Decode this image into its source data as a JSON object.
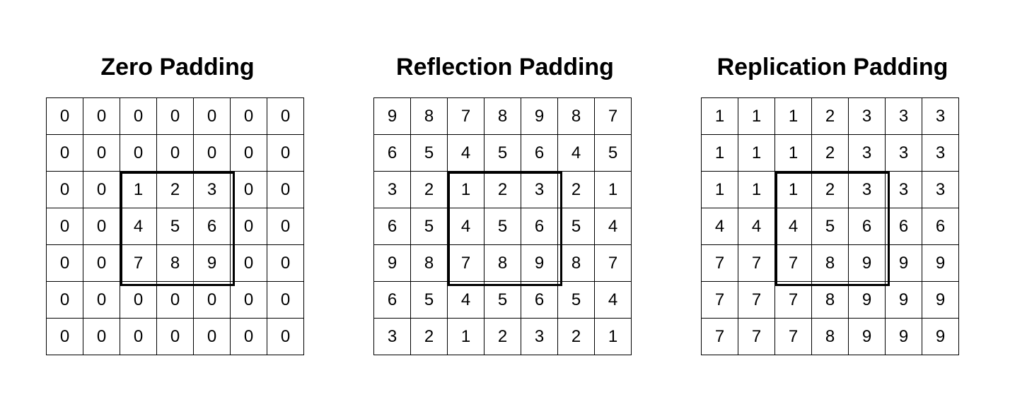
{
  "panels": [
    {
      "title": "Zero Padding",
      "grid": [
        [
          "0",
          "0",
          "0",
          "0",
          "0",
          "0",
          "0"
        ],
        [
          "0",
          "0",
          "0",
          "0",
          "0",
          "0",
          "0"
        ],
        [
          "0",
          "0",
          "1",
          "2",
          "3",
          "0",
          "0"
        ],
        [
          "0",
          "0",
          "4",
          "5",
          "6",
          "0",
          "0"
        ],
        [
          "0",
          "0",
          "7",
          "8",
          "9",
          "0",
          "0"
        ],
        [
          "0",
          "0",
          "0",
          "0",
          "0",
          "0",
          "0"
        ],
        [
          "0",
          "0",
          "0",
          "0",
          "0",
          "0",
          "0"
        ]
      ]
    },
    {
      "title": "Reflection Padding",
      "grid": [
        [
          "9",
          "8",
          "7",
          "8",
          "9",
          "8",
          "7"
        ],
        [
          "6",
          "5",
          "4",
          "5",
          "6",
          "4",
          "5"
        ],
        [
          "3",
          "2",
          "1",
          "2",
          "3",
          "2",
          "1"
        ],
        [
          "6",
          "5",
          "4",
          "5",
          "6",
          "5",
          "4"
        ],
        [
          "9",
          "8",
          "7",
          "8",
          "9",
          "8",
          "7"
        ],
        [
          "6",
          "5",
          "4",
          "5",
          "6",
          "5",
          "4"
        ],
        [
          "3",
          "2",
          "1",
          "2",
          "3",
          "2",
          "1"
        ]
      ]
    },
    {
      "title": "Replication Padding",
      "grid": [
        [
          "1",
          "1",
          "1",
          "2",
          "3",
          "3",
          "3"
        ],
        [
          "1",
          "1",
          "1",
          "2",
          "3",
          "3",
          "3"
        ],
        [
          "1",
          "1",
          "1",
          "2",
          "3",
          "3",
          "3"
        ],
        [
          "4",
          "4",
          "4",
          "5",
          "6",
          "6",
          "6"
        ],
        [
          "7",
          "7",
          "7",
          "8",
          "9",
          "9",
          "9"
        ],
        [
          "7",
          "7",
          "7",
          "8",
          "9",
          "9",
          "9"
        ],
        [
          "7",
          "7",
          "7",
          "8",
          "9",
          "9",
          "9"
        ]
      ]
    }
  ]
}
